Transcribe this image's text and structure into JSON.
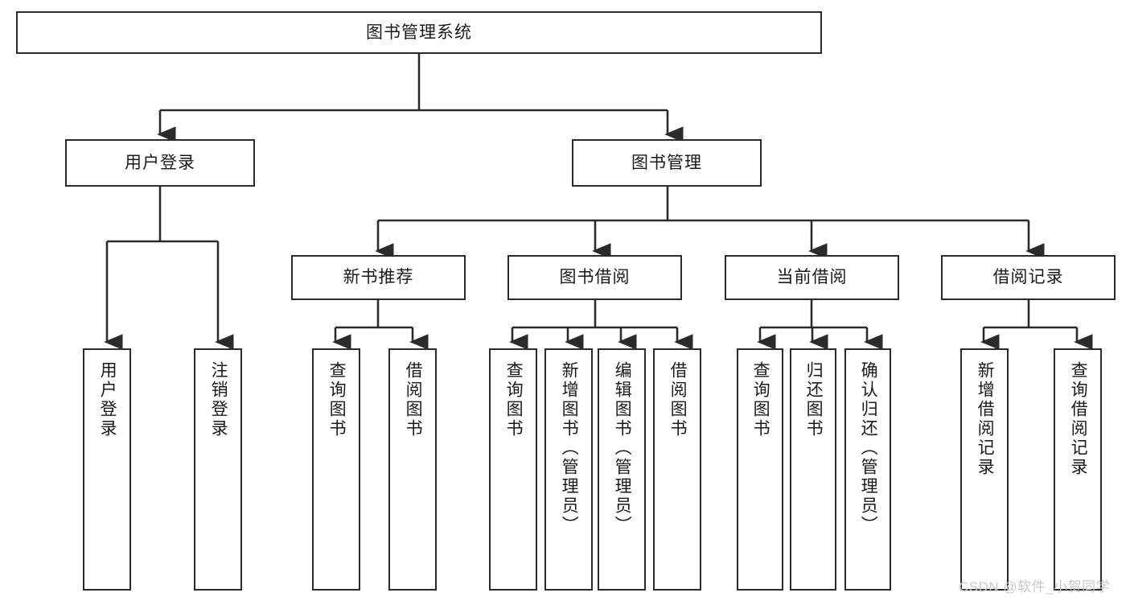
{
  "diagram": {
    "title_node": {
      "label": "图书管理系统"
    },
    "level2": [
      {
        "label": "用户登录"
      },
      {
        "label": "图书管理"
      }
    ],
    "level3": [
      {
        "label": "新书推荐"
      },
      {
        "label": "图书借阅"
      },
      {
        "label": "当前借阅"
      },
      {
        "label": "借阅记录"
      }
    ],
    "leaves": {
      "user_login": [
        {
          "label": "用户登录"
        },
        {
          "label": "注销登录"
        }
      ],
      "new_book_recommend": [
        {
          "label": "查询图书"
        },
        {
          "label": "借阅图书"
        }
      ],
      "book_borrow": [
        {
          "label": "查询图书"
        },
        {
          "label": "新增图书（管理员）"
        },
        {
          "label": "编辑图书（管理员）"
        },
        {
          "label": "借阅图书"
        }
      ],
      "current_borrow": [
        {
          "label": "查询图书"
        },
        {
          "label": "归还图书"
        },
        {
          "label": "确认归还（管理员）"
        }
      ],
      "borrow_record": [
        {
          "label": "新增借阅记录"
        },
        {
          "label": "查询借阅记录"
        }
      ]
    }
  },
  "watermark": {
    "text": "CSDN @软件_小贺同学"
  },
  "colors": {
    "stroke": "#2b2b2b",
    "fill": "#ffffff",
    "text": "#1a1a1a",
    "watermark": "#c9c9c9"
  }
}
